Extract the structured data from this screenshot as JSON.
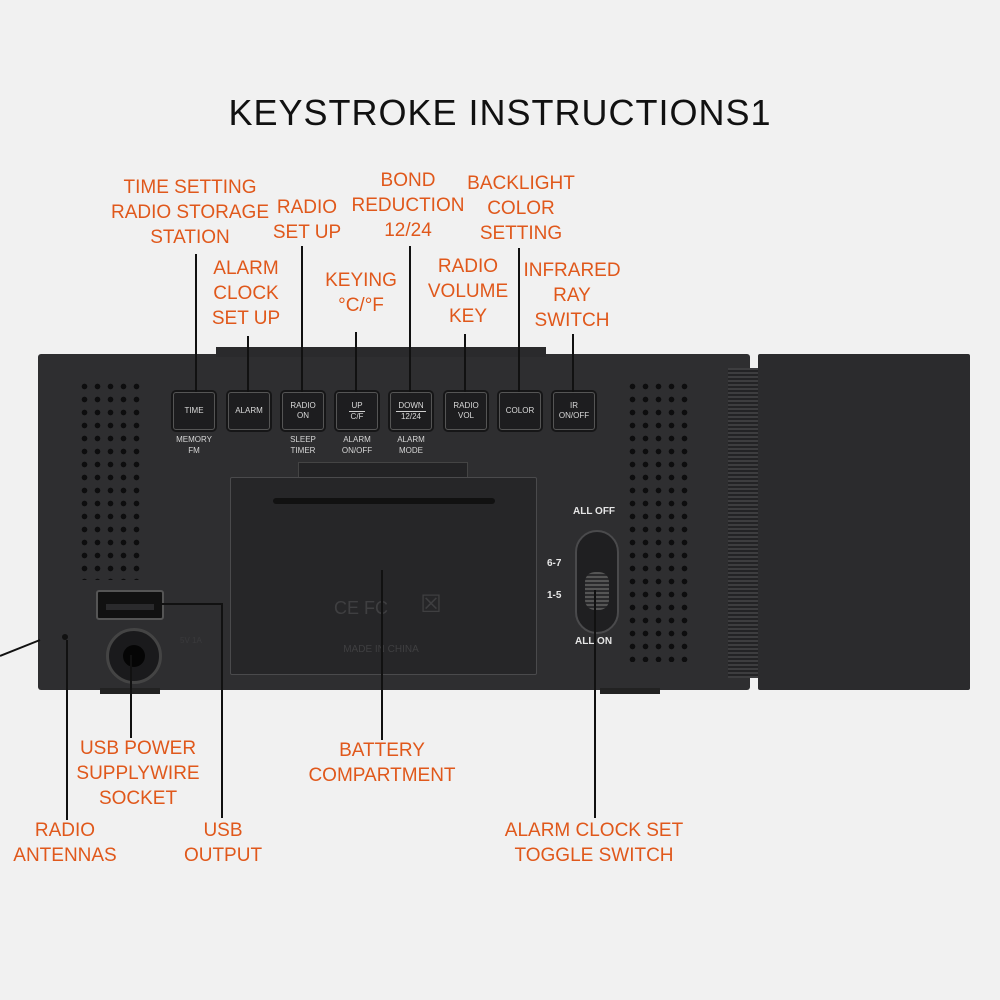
{
  "title": "KEYSTROKE INSTRUCTIONS1",
  "callouts": {
    "time": "TIME SETTING\nRADIO STORAGE\nSTATION",
    "alarm": "ALARM\nCLOCK\nSET UP",
    "radio": "RADIO\nSET UP",
    "keying": "KEYING\n°C/°F",
    "bond": "BOND\nREDUCTION\n12/24",
    "volume": "RADIO\nVOLUME\nKEY",
    "backlight": "BACKLIGHT\nCOLOR\nSETTING",
    "infrared": "INFRARED\nRAY\nSWITCH",
    "usb_power": "USB POWER\nSUPPLYWIRE\nSOCKET",
    "battery": "BATTERY\nCOMPARTMENT",
    "antenna": "RADIO\nANTENNAS",
    "usb_output": "USB\nOUTPUT",
    "toggle": "ALARM CLOCK SET\nTOGGLE SWITCH"
  },
  "keys": {
    "time": {
      "label": "TIME",
      "sub": "MEMORY\nFM"
    },
    "alarm": {
      "label": "ALARM"
    },
    "radio": {
      "label": "RADIO\nON",
      "sub": "SLEEP\nTIMER"
    },
    "up": {
      "top": "UP",
      "label": "C/F",
      "sub": "ALARM\nON/OFF"
    },
    "down": {
      "top": "DOWN",
      "label": "12/24",
      "sub": "ALARM\nMODE"
    },
    "vol": {
      "label": "RADIO\nVOL"
    },
    "color": {
      "label": "COLOR"
    },
    "ir": {
      "label": "IR\nON/OFF"
    }
  },
  "switch": {
    "all_off": "ALL OFF",
    "pos_67": "6-7",
    "pos_15": "1-5",
    "all_on": "ALL ON"
  },
  "battery_marks": {
    "ce": "CE FC",
    "made_in": "MADE IN CHINA"
  },
  "power_marks": "5V 1A"
}
